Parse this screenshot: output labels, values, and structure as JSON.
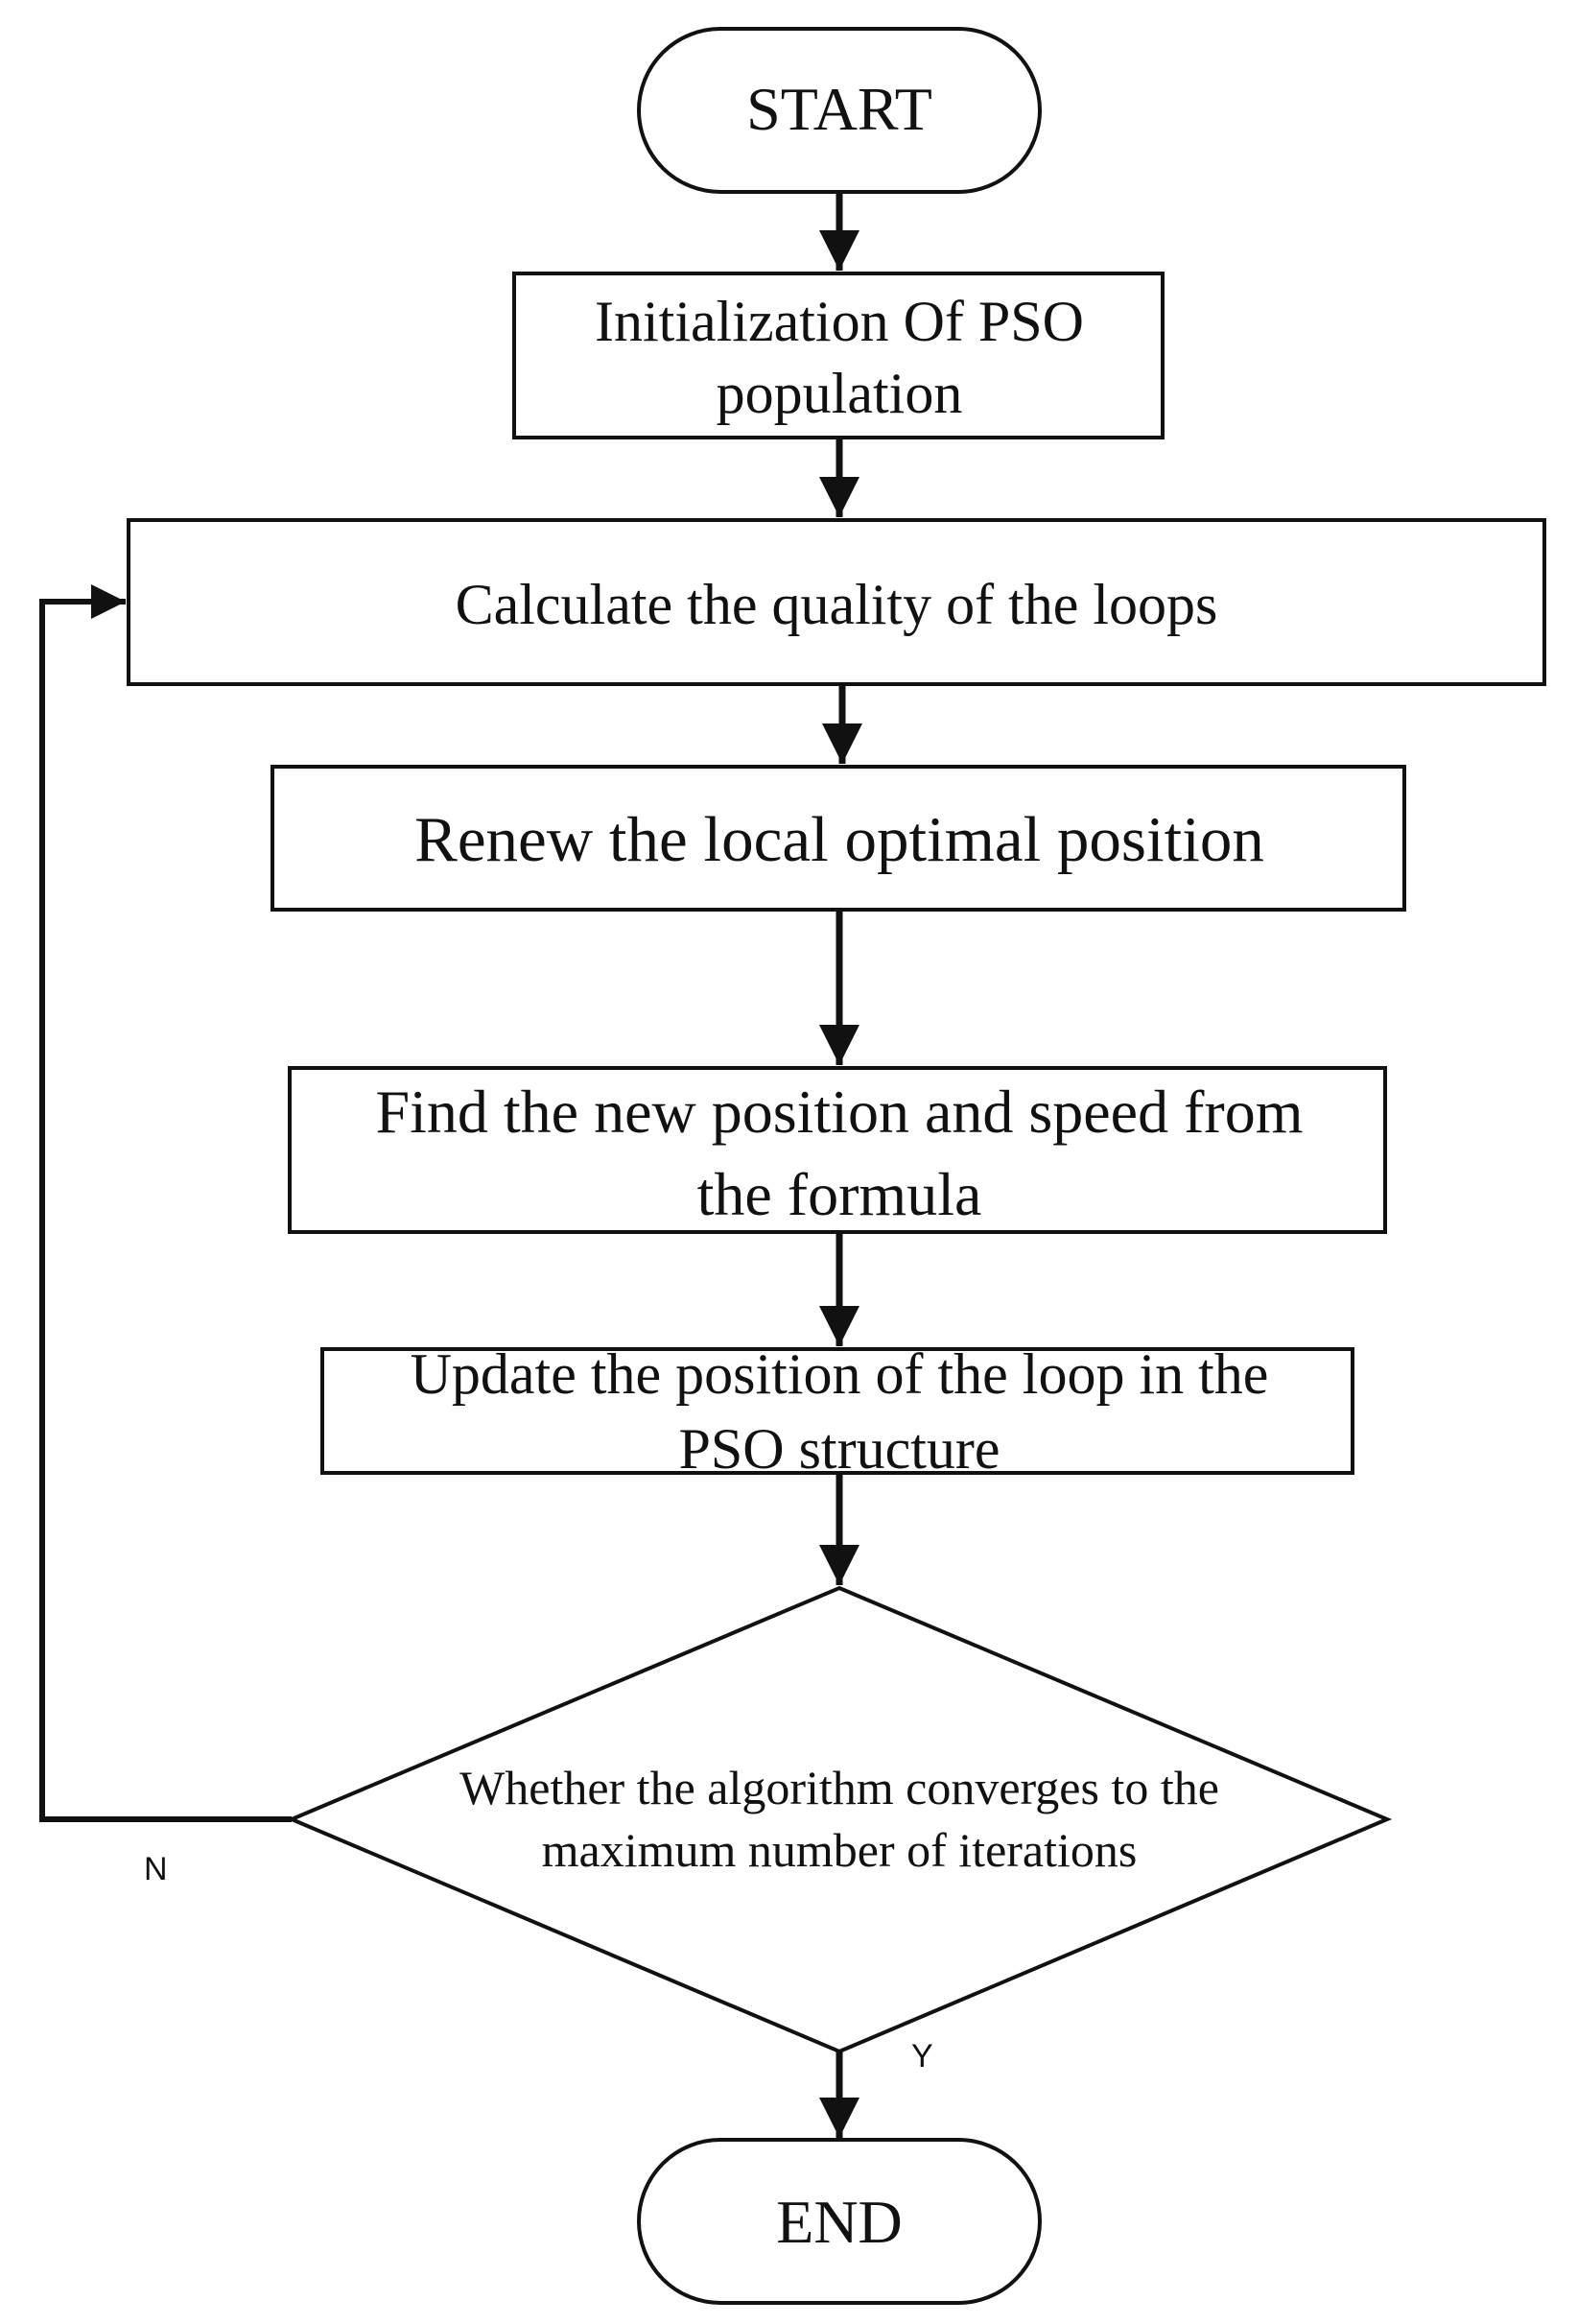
{
  "flowchart": {
    "start": {
      "label": "START"
    },
    "steps": [
      {
        "lines": [
          "Initialization Of PSO",
          "population"
        ]
      },
      {
        "lines": [
          "Calculate the quality of the loops"
        ]
      },
      {
        "lines": [
          "Renew the local optimal position"
        ]
      },
      {
        "lines": [
          "Find the new position and speed from",
          "the formula"
        ]
      },
      {
        "lines": [
          "Update the position of the loop in the",
          "PSO structure"
        ]
      }
    ],
    "decision": {
      "lines": [
        "Whether the algorithm converges to the",
        "maximum number of iterations"
      ],
      "no_label": "N",
      "yes_label": "Y"
    },
    "end": {
      "label": "END"
    }
  },
  "colors": {
    "stroke": "#111111",
    "background": "#ffffff"
  }
}
